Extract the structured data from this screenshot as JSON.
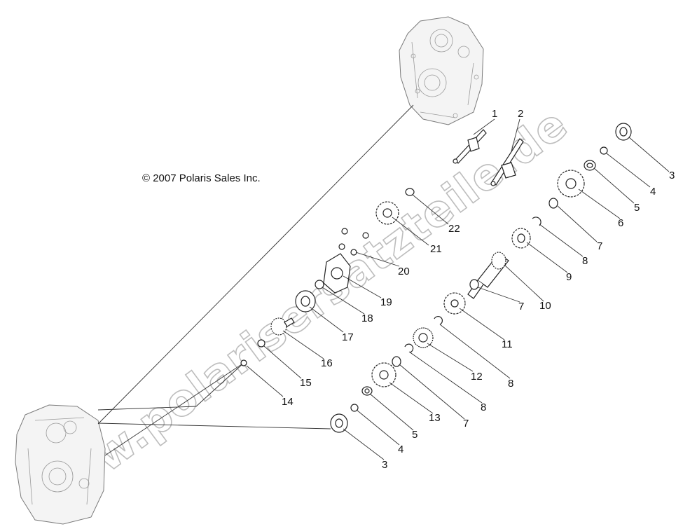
{
  "copyright": "© 2007 Polaris Sales Inc.",
  "watermark": "www.polarisersatzteile.de",
  "callouts": [
    {
      "id": "c1",
      "text": "1"
    },
    {
      "id": "c2",
      "text": "2"
    },
    {
      "id": "c3a",
      "text": "3"
    },
    {
      "id": "c4a",
      "text": "4"
    },
    {
      "id": "c5a",
      "text": "5"
    },
    {
      "id": "c6",
      "text": "6"
    },
    {
      "id": "c7a",
      "text": "7"
    },
    {
      "id": "c8a",
      "text": "8"
    },
    {
      "id": "c9",
      "text": "9"
    },
    {
      "id": "c10",
      "text": "10"
    },
    {
      "id": "c7b",
      "text": "7"
    },
    {
      "id": "c11",
      "text": "11"
    },
    {
      "id": "c8b",
      "text": "8"
    },
    {
      "id": "c12",
      "text": "12"
    },
    {
      "id": "c8c",
      "text": "8"
    },
    {
      "id": "c7c",
      "text": "7"
    },
    {
      "id": "c13",
      "text": "13"
    },
    {
      "id": "c5b",
      "text": "5"
    },
    {
      "id": "c4b",
      "text": "4"
    },
    {
      "id": "c3b",
      "text": "3"
    },
    {
      "id": "c14",
      "text": "14"
    },
    {
      "id": "c15",
      "text": "15"
    },
    {
      "id": "c16",
      "text": "16"
    },
    {
      "id": "c17",
      "text": "17"
    },
    {
      "id": "c18",
      "text": "18"
    },
    {
      "id": "c19",
      "text": "19"
    },
    {
      "id": "c20",
      "text": "20"
    },
    {
      "id": "c21",
      "text": "21"
    },
    {
      "id": "c22",
      "text": "22"
    }
  ]
}
